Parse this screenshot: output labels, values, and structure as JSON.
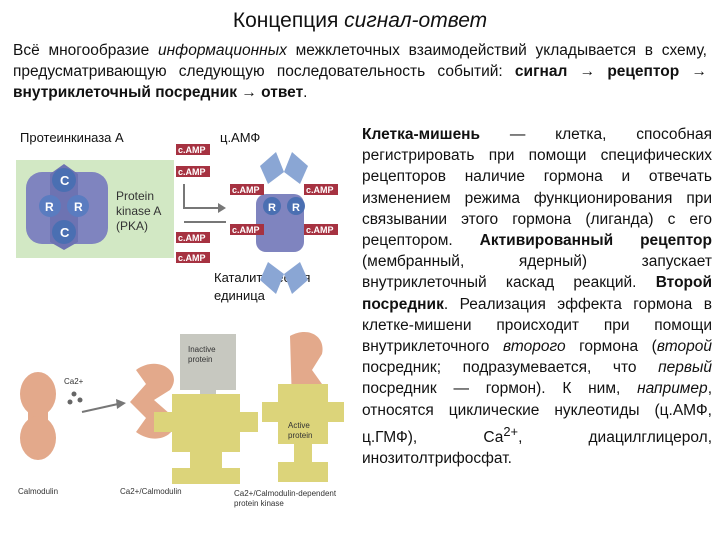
{
  "title": {
    "plain": "Концепция ",
    "italic": "сигнал-ответ"
  },
  "intro": {
    "p1": "Всё многообразие ",
    "p1_italic": "информационных",
    "p2": " межклеточных взаимодействий укладывается в схему, предусматривающую следующую последовательность событий: ",
    "seq_signal": "сигнал",
    "arrow": " → ",
    "seq_receptor": "рецептор",
    "seq_mediator": "внутриклеточный посредник",
    "seq_response": "ответ",
    "end": "."
  },
  "figure": {
    "label_pka": "Протеинкиназа А",
    "label_camp": "ц.АМФ",
    "label_catalytic_1": "Каталитическая",
    "label_catalytic_2": "единица",
    "camp_tag": "c.AMP",
    "pka_text_1": "Protein",
    "pka_text_2": "kinase A",
    "pka_text_3": "(PKA)",
    "subunit_c": "C",
    "subunit_r": "R",
    "ca_label": "Ca2+",
    "inactive_1": "Inactive",
    "inactive_2": "protein",
    "active_1": "Active",
    "active_2": "protein",
    "cap_calmodulin": "Calmodulin",
    "cap_ca_calmodulin": "Ca2+/Calmodulin",
    "cap_dependent_1": "Ca2+/Calmodulin-dependent",
    "cap_dependent_2": "protein kinase"
  },
  "right": {
    "t1_bold": "Клетка-мишень",
    "t1": " — клетка, способная регистрировать при помощи специфических рецепторов наличие гормона и отвечать изменением режима функционирования при связывании этого гормона (лиганда) с его рецептором. ",
    "t2_bold": "Активированный рецептор",
    "t2": " (мембранный, ядерный) запускает внутриклеточный каскад реакций. ",
    "t3_bold": "Второй посредник",
    "t3": ". Реализация эффекта гормона в клетке-мишени происходит при помощи внутриклеточного ",
    "t3_italic": "второго",
    "t4": " гормона (",
    "t4_italic": "второй",
    "t5": " посредник; подразумевается, что ",
    "t5_italic": "первый",
    "t6": " посредник — гормон). К ним, ",
    "t6_italic": "например",
    "t7": ", относятся циклические нуклеотиды (ц.АМФ, ц.ГМФ), Са",
    "t7_sup": "2+",
    "t8": ", диацилглицерол, инозитолтрифосфат."
  },
  "colors": {
    "pka_body": "#7f84bf",
    "pka_bg": "#d2e8c4",
    "subunit": "#4a6fb2",
    "camp_tag": "#a63241",
    "calmodulin": "#e3a98b",
    "active_protein": "#dcd47a",
    "inactive_protein": "#c7c8c0",
    "arrow": "#777777"
  }
}
